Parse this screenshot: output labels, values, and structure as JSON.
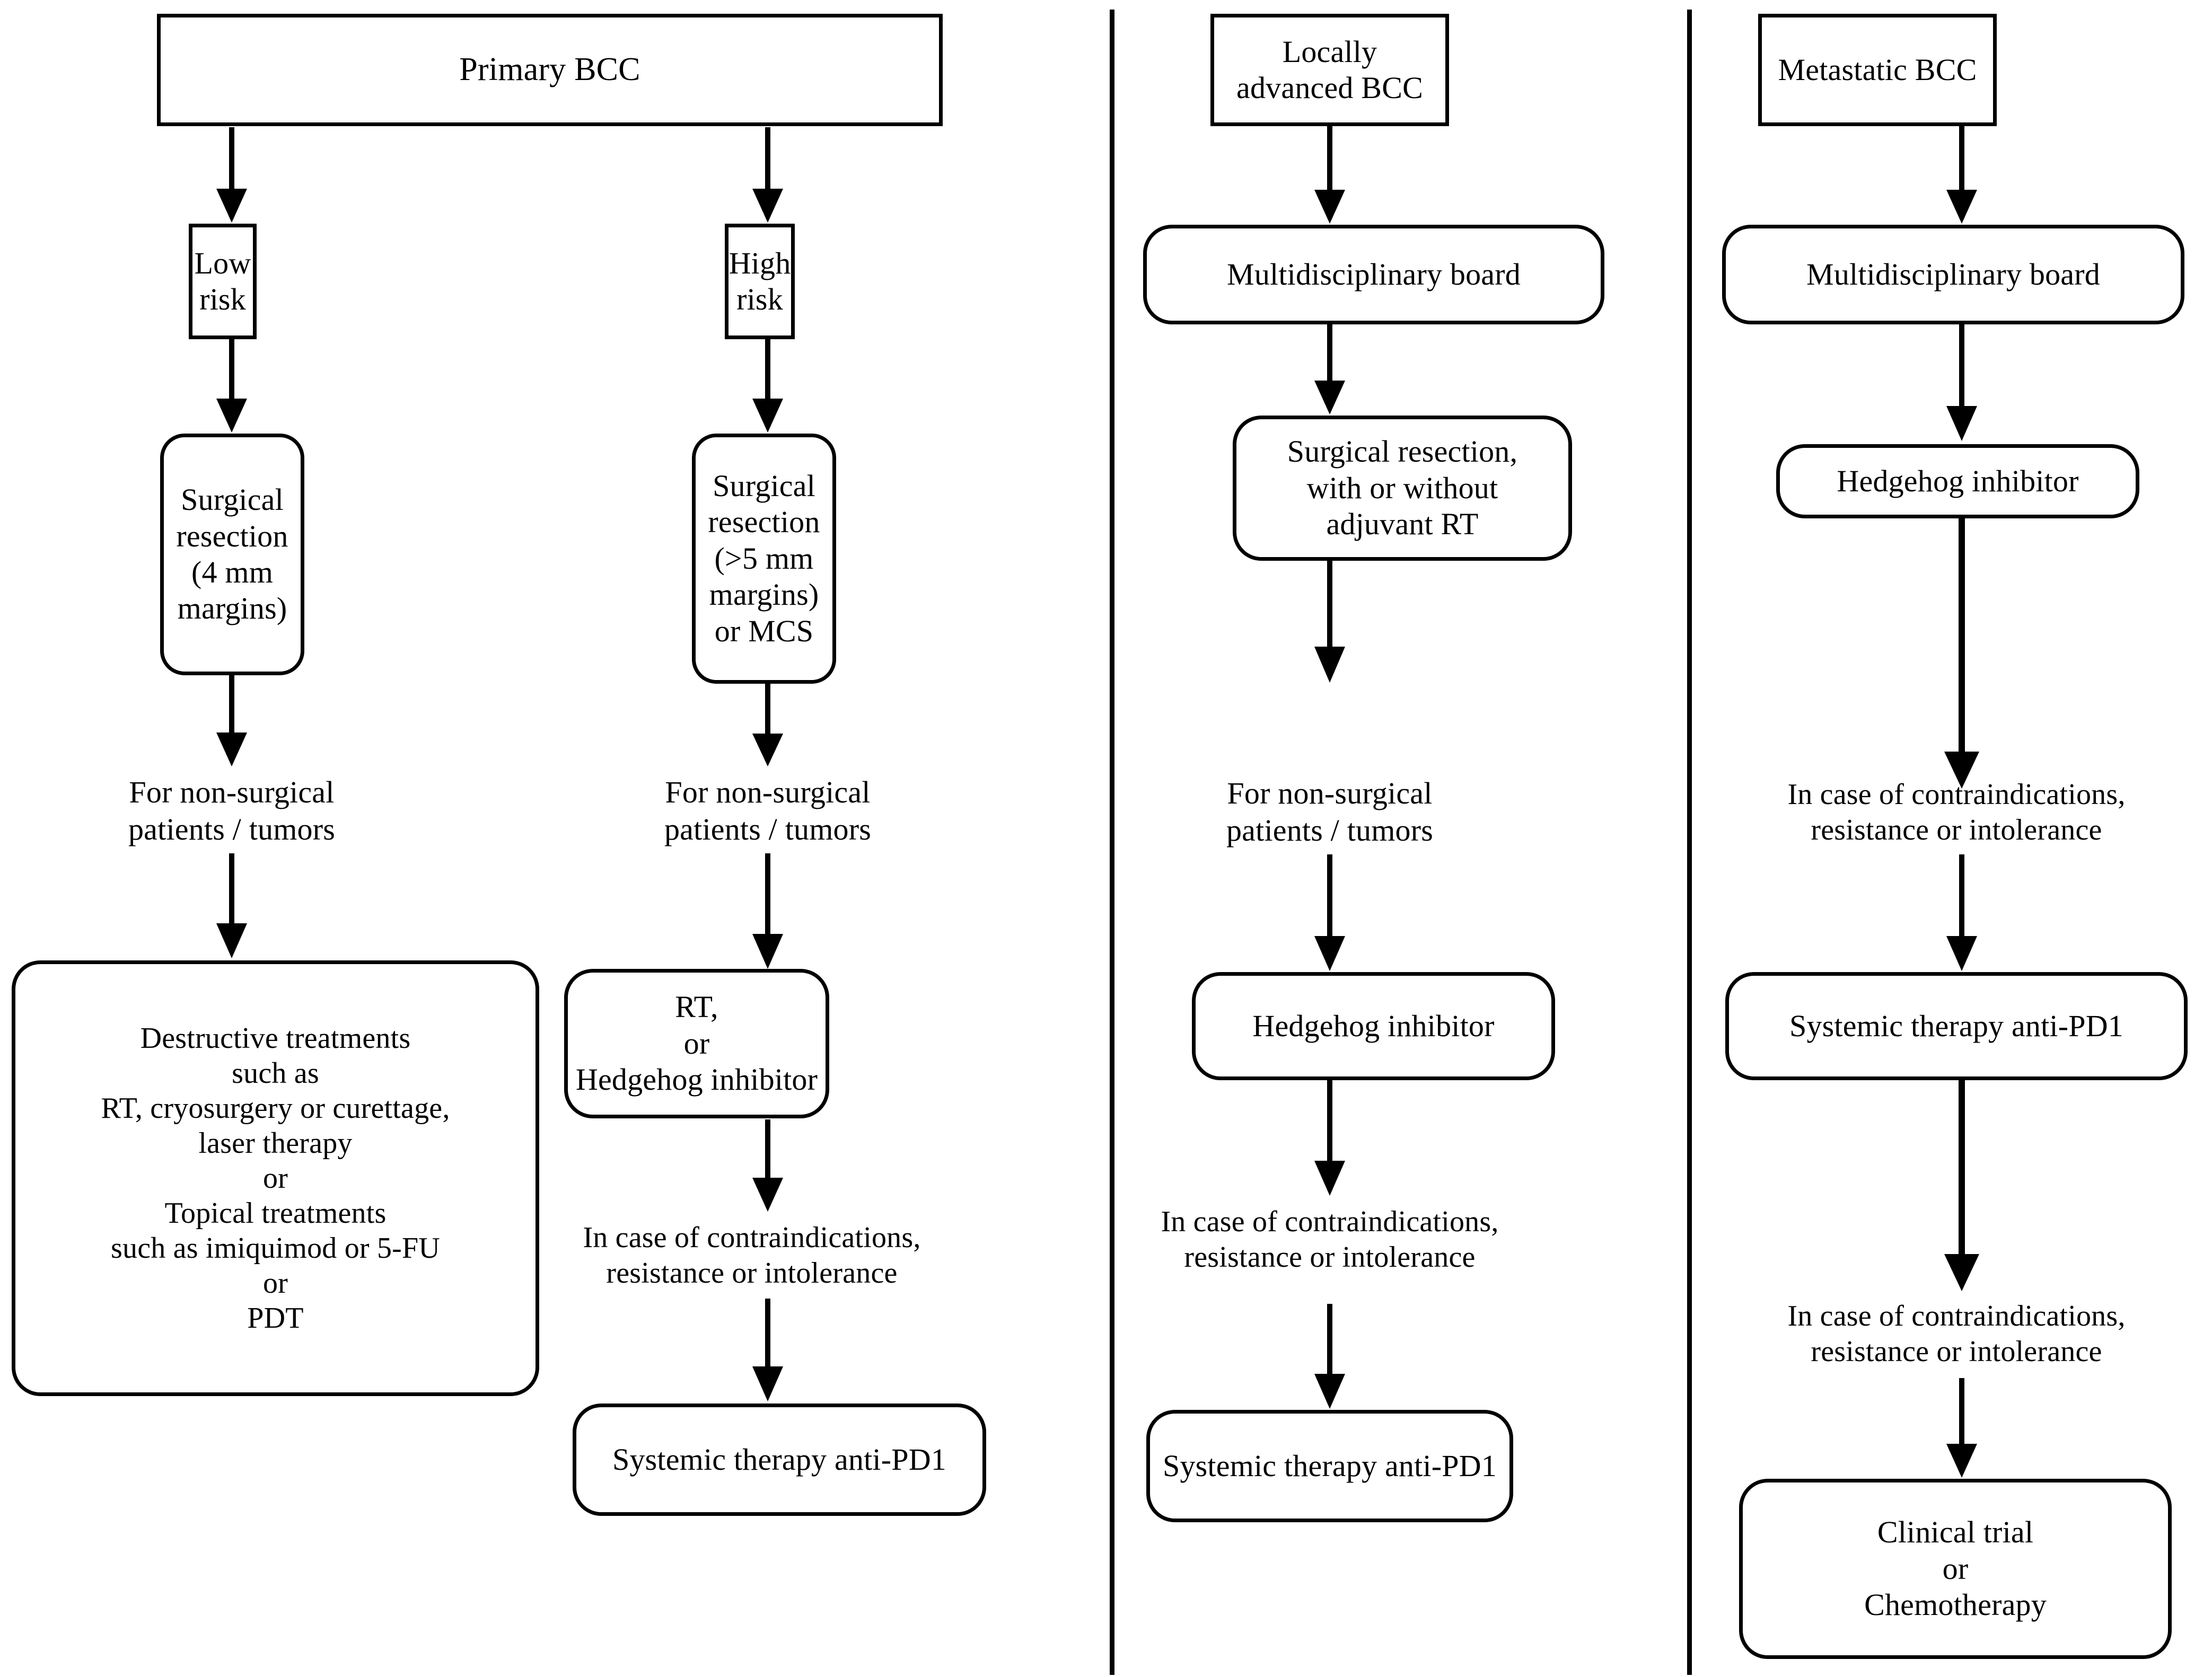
{
  "figure": {
    "kind": "clinical-treatment-algorithm-flowchart",
    "columns": [
      {
        "id": "primary-bcc",
        "header": "Primary BCC",
        "branches": [
          {
            "id": "low-risk",
            "risk_label": "Low\nrisk",
            "steps": [
              "Surgical\nresection\n(4 mm\nmargins)",
              "For non-surgical\npatients / tumors",
              "Destructive treatments\nsuch as\nRT, cryosurgery or curettage,\nlaser therapy\nor\nTopical treatments\nsuch as imiquimod or 5-FU\nor\nPDT"
            ]
          },
          {
            "id": "high-risk",
            "risk_label": "High\nrisk",
            "steps": [
              "Surgical\nresection\n(>5 mm\nmargins)\nor MCS",
              "For non-surgical\npatients / tumors",
              "RT,\nor\nHedgehog inhibitor",
              "In case of contraindications,\nresistance or intolerance",
              "Systemic therapy anti-PD1"
            ]
          }
        ]
      },
      {
        "id": "locally-advanced-bcc",
        "header": "Locally\nadvanced BCC",
        "steps": [
          "Multidisciplinary board",
          "Surgical resection,\nwith or without\nadjuvant RT",
          "For non-surgical\npatients / tumors",
          "Hedgehog inhibitor",
          "In case of contraindications,\nresistance or intolerance",
          "Systemic therapy anti-PD1"
        ]
      },
      {
        "id": "metastatic-bcc",
        "header": "Metastatic BCC",
        "steps": [
          "Multidisciplinary board",
          "Hedgehog inhibitor",
          "In case of contraindications,\nresistance or intolerance",
          "Systemic therapy anti-PD1",
          "In case of contraindications,\nresistance or intolerance",
          "Clinical trial\nor\nChemotherapy"
        ]
      }
    ],
    "nodes": {
      "primary_bcc": "Primary BCC",
      "low_risk": "Low\nrisk",
      "high_risk": "High\nrisk",
      "surg_low": "Surgical\nresection\n(4 mm\nmargins)",
      "surg_high": "Surgical\nresection\n(>5 mm\nmargins)\nor MCS",
      "nonsurg_low": "For non-surgical\npatients / tumors",
      "nonsurg_high": "For non-surgical\npatients / tumors",
      "destructive": "Destructive treatments\nsuch as\nRT, cryosurgery or curettage,\nlaser therapy\nor\nTopical treatments\nsuch as imiquimod or 5-FU\nor\nPDT",
      "rt_or_hh": "RT,\nor\nHedgehog inhibitor",
      "contra_c2": "In case of contraindications,\nresistance or intolerance",
      "anti_pd1_c2": "Systemic therapy anti-PD1",
      "locally_advanced": "Locally\nadvanced BCC",
      "mdb_c3": "Multidisciplinary board",
      "surg_adj_rt": "Surgical resection,\nwith or without\nadjuvant RT",
      "nonsurg_c3": "For non-surgical\npatients / tumors",
      "hh_c3": "Hedgehog inhibitor",
      "contra_c3": "In case of contraindications,\nresistance or intolerance",
      "anti_pd1_c3": "Systemic therapy anti-PD1",
      "metastatic": "Metastatic BCC",
      "mdb_c4": "Multidisciplinary board",
      "hh_c4": "Hedgehog inhibitor",
      "contra1_c4": "In case of contraindications,\nresistance or intolerance",
      "anti_pd1_c4": "Systemic therapy anti-PD1",
      "contra2_c4": "In case of contraindications,\nresistance or intolerance",
      "clinical_trial": "Clinical trial\nor\nChemotherapy"
    },
    "colors": {
      "stroke": "#000000",
      "fill": "#ffffff",
      "text": "#000000"
    }
  }
}
